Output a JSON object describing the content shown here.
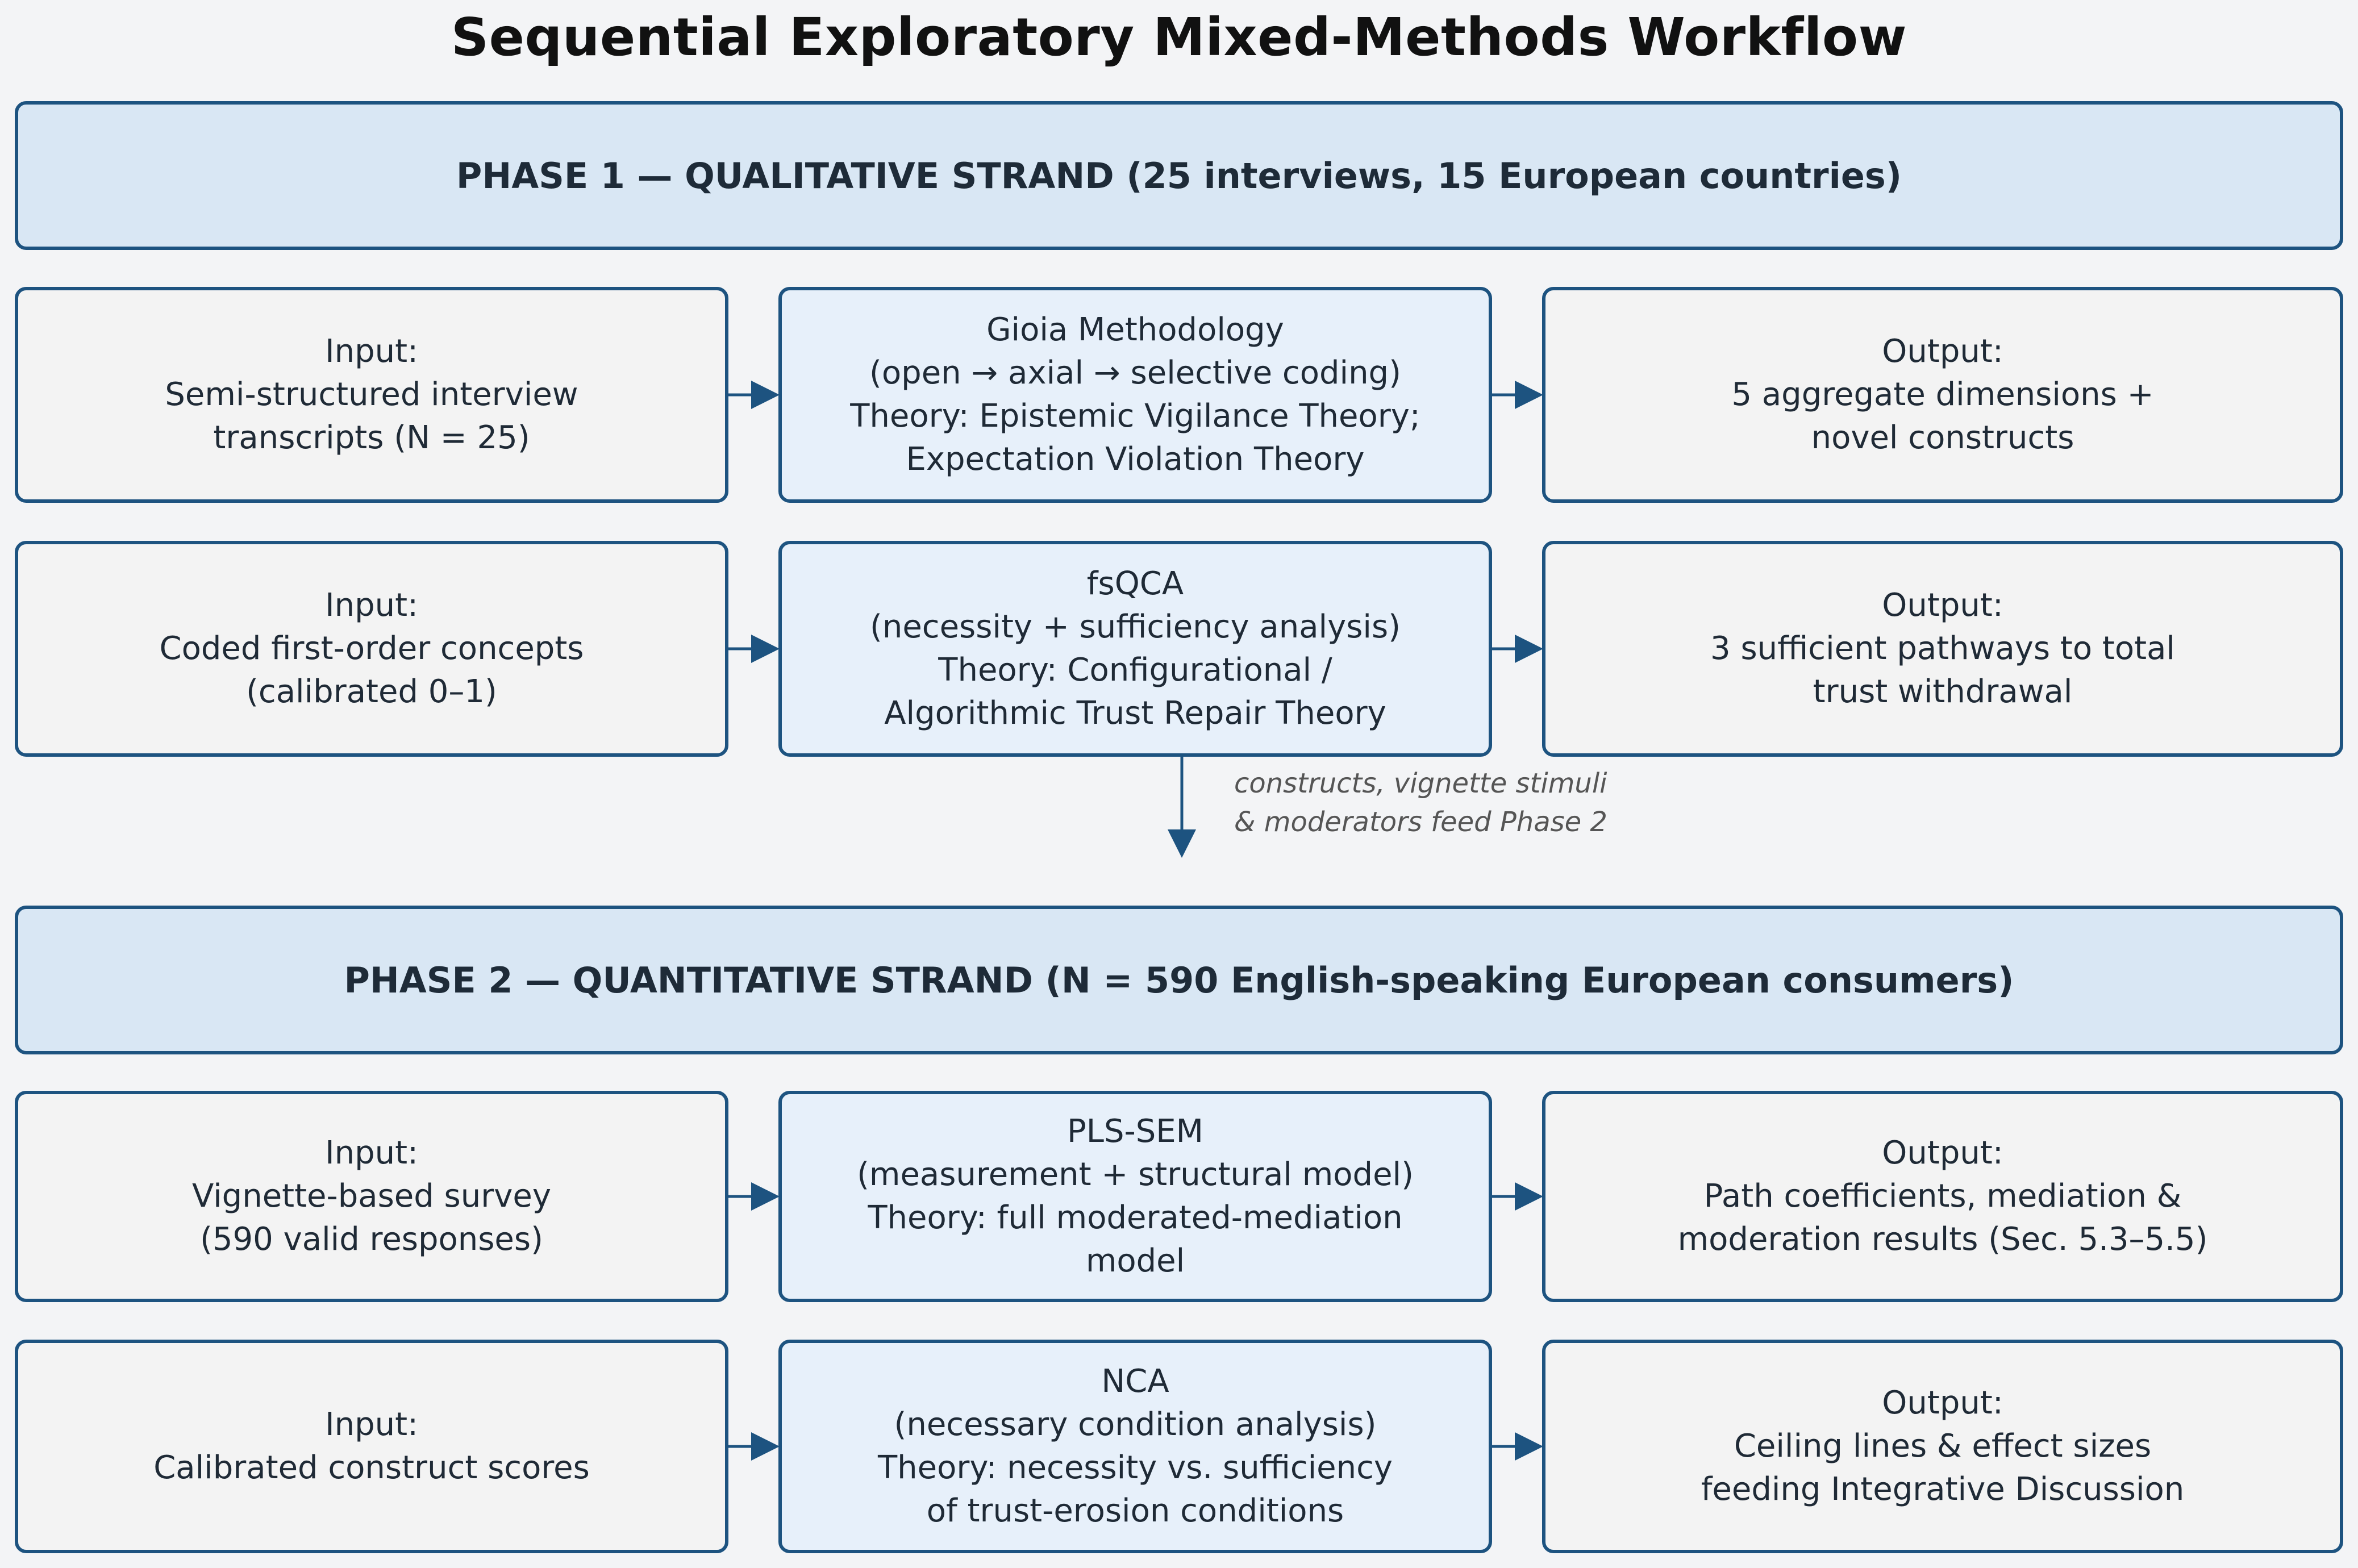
{
  "title": "Sequential Exploratory Mixed-Methods Workflow",
  "colors": {
    "border": "#1d5380",
    "banner_fill": "#d9e7f4",
    "method_fill": "#e7f0fa",
    "io_fill": "#f3f3f3"
  },
  "phase1": {
    "banner": "PHASE 1 — QUALITATIVE STRAND (25 interviews, 15 European countries)",
    "rows": [
      {
        "input": [
          "Input:",
          "Semi-structured interview",
          "transcripts (N = 25)"
        ],
        "method": [
          "Gioia Methodology",
          "(open → axial → selective coding)",
          "Theory: Epistemic Vigilance Theory;",
          "Expectation Violation Theory"
        ],
        "output": [
          "Output:",
          "5 aggregate dimensions +",
          "novel constructs"
        ]
      },
      {
        "input": [
          "Input:",
          "Coded first-order concepts",
          "(calibrated 0–1)"
        ],
        "method": [
          "fsQCA",
          "(necessity + sufficiency analysis)",
          "Theory: Configurational /",
          "Algorithmic Trust Repair Theory"
        ],
        "output": [
          "Output:",
          "3 sufficient pathways to total",
          "trust withdrawal"
        ]
      }
    ]
  },
  "transition_note": [
    "constructs, vignette stimuli",
    "& moderators feed Phase 2"
  ],
  "phase2": {
    "banner": "PHASE 2 — QUANTITATIVE STRAND (N = 590 English-speaking European consumers)",
    "rows": [
      {
        "input": [
          "Input:",
          "Vignette-based survey",
          "(590 valid responses)"
        ],
        "method": [
          "PLS-SEM",
          "(measurement + structural model)",
          "Theory: full moderated-mediation",
          "model"
        ],
        "output": [
          "Output:",
          "Path coefficients, mediation &",
          "moderation results (Sec. 5.3–5.5)"
        ]
      },
      {
        "input": [
          "Input:",
          "Calibrated construct scores"
        ],
        "method": [
          "NCA",
          "(necessary condition analysis)",
          "Theory: necessity vs. sufficiency",
          "of trust-erosion conditions"
        ],
        "output": [
          "Output:",
          "Ceiling lines & effect sizes",
          "feeding Integrative Discussion"
        ]
      }
    ]
  }
}
